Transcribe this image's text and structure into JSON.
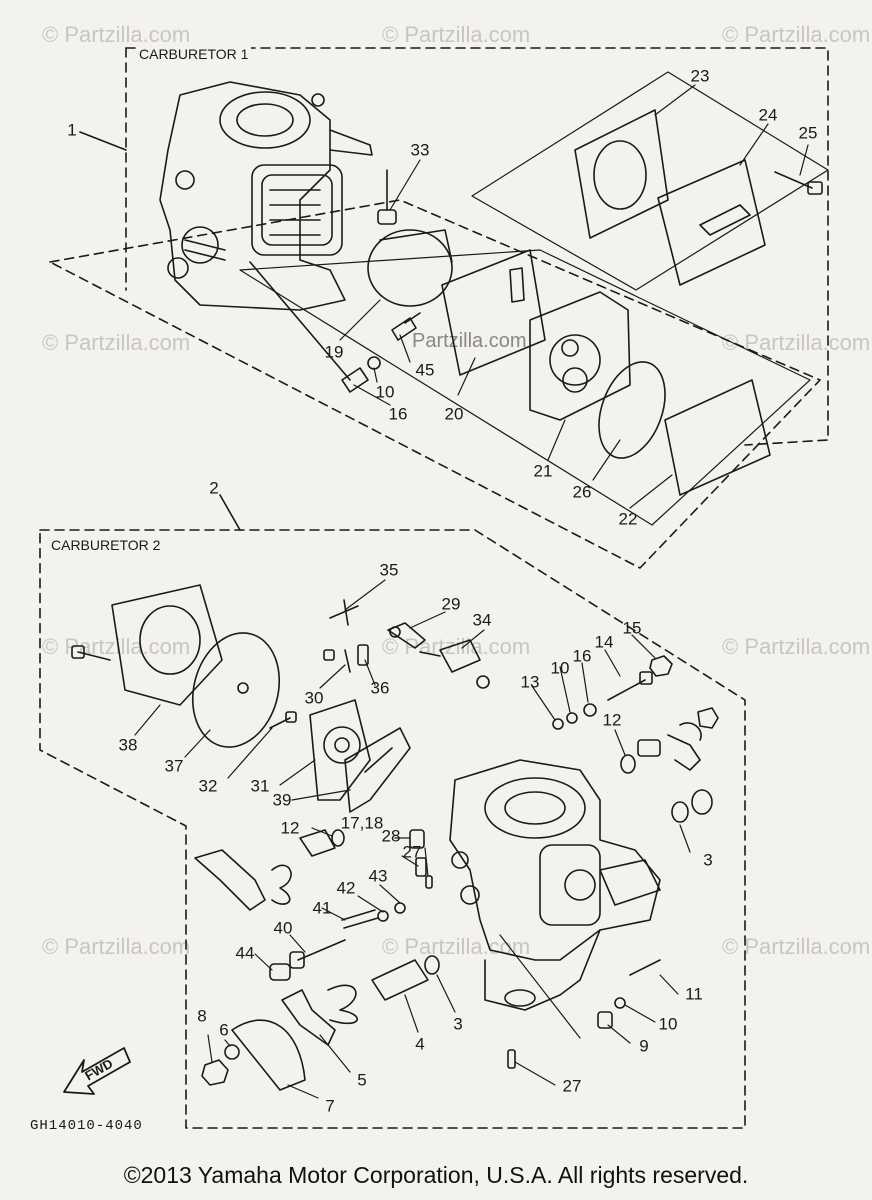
{
  "watermark": "© Partzilla.com",
  "center_watermark": "Partzilla.com",
  "groups": {
    "carb1_title": "CARBURETOR 1",
    "carb2_title": "CARBURETOR 2",
    "carb1_ref": "1",
    "carb2_ref": "2"
  },
  "callouts": {
    "c3a": "3",
    "c3b": "3",
    "c4": "4",
    "c5": "5",
    "c6": "6",
    "c7": "7",
    "c8": "8",
    "c9": "9",
    "c10a": "10",
    "c10b": "10",
    "c10c": "10",
    "c11": "11",
    "c12a": "12",
    "c12b": "12",
    "c13": "13",
    "c14": "14",
    "c15": "15",
    "c16a": "16",
    "c16b": "16",
    "c1718": "17,18",
    "c19": "19",
    "c20": "20",
    "c21": "21",
    "c22": "22",
    "c23": "23",
    "c24": "24",
    "c25": "25",
    "c26": "26",
    "c27a": "27",
    "c27b": "27",
    "c28": "28",
    "c29": "29",
    "c30": "30",
    "c31": "31",
    "c32": "32",
    "c33": "33",
    "c34": "34",
    "c35": "35",
    "c36": "36",
    "c37": "37",
    "c38": "38",
    "c39": "39",
    "c40": "40",
    "c41": "41",
    "c42": "42",
    "c43": "43",
    "c44": "44",
    "c45": "45"
  },
  "fwd_label": "FWD",
  "figure_code": "GH14010-4040",
  "copyright": "©2013 Yamaha Motor Corporation, U.S.A. All rights reserved.",
  "colors": {
    "ink": "#1a1a1a",
    "paper": "#f4f2ee",
    "watermark": "#c8c6c0"
  }
}
